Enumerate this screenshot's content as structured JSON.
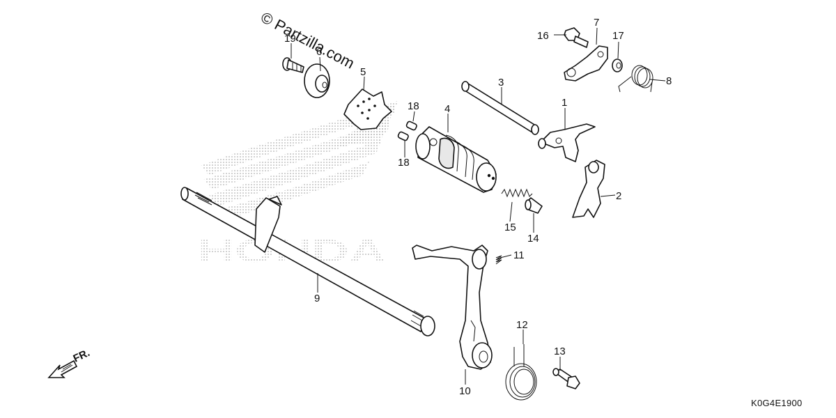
{
  "watermark": {
    "copyright": "© Partzilla.com",
    "brand": "HONDA"
  },
  "direction_indicator": "FR.",
  "catalog_code": "K0G4E1900",
  "callouts": {
    "c1": "1",
    "c2": "2",
    "c3": "3",
    "c4": "4",
    "c5": "5",
    "c6": "6",
    "c7": "7",
    "c8": "8",
    "c9": "9",
    "c10": "10",
    "c11": "11",
    "c12": "12",
    "c13": "13",
    "c14": "14",
    "c15": "15",
    "c16": "16",
    "c17": "17",
    "c18a": "18",
    "c18b": "18",
    "c19": "19"
  }
}
